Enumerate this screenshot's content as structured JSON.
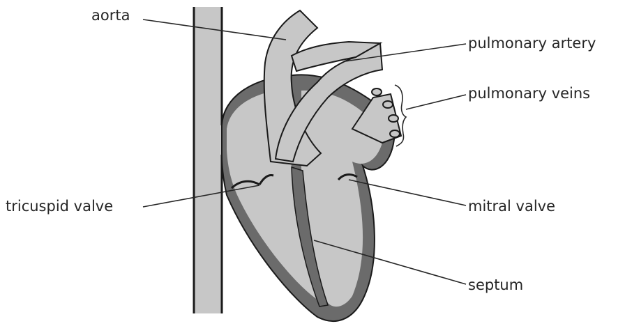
{
  "labels": {
    "aorta": "aorta",
    "pulmonary_artery": "pulmonary artery",
    "pulmonary_veins": "pulmonary veins",
    "tricuspid_valve": "tricuspid valve",
    "mitral_valve": "mitral valve",
    "septum": "septum"
  },
  "colors": {
    "vessel_fill": "#c7c7c7",
    "wall_fill": "#6b6b6b",
    "outline": "#1a1a1a",
    "label_text": "#262626"
  }
}
